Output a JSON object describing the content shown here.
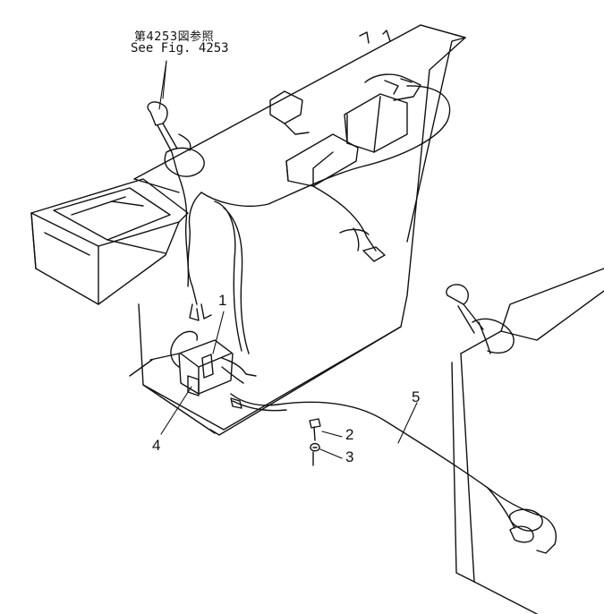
{
  "reference": {
    "japanese": "第4253図参照",
    "english": "See  Fig. 4253"
  },
  "callouts": {
    "c1": "1",
    "c2": "2",
    "c3": "3",
    "c4": "4",
    "c5": "5"
  },
  "colors": {
    "line": "#111111",
    "background": "#ffffff"
  }
}
